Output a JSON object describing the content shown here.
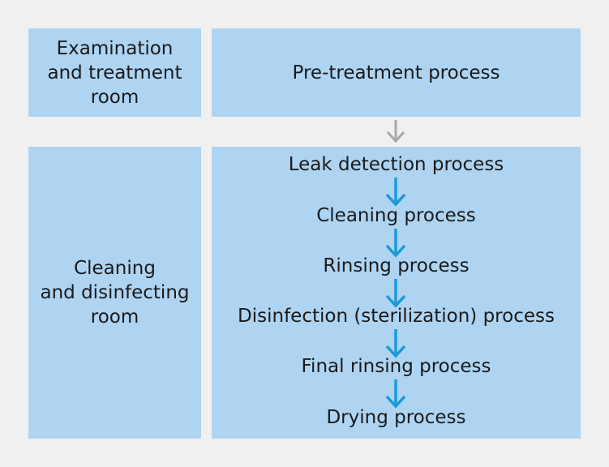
{
  "diagram": {
    "rooms": [
      {
        "label": "Examination\nand treatment\nroom"
      },
      {
        "label": "Cleaning\nand disinfecting\nroom"
      }
    ],
    "pre_treatment": {
      "label": "Pre-treatment process"
    },
    "steps": [
      {
        "label": "Leak detection process"
      },
      {
        "label": "Cleaning process"
      },
      {
        "label": "Rinsing process"
      },
      {
        "label": "Disinfection (sterilization) process"
      },
      {
        "label": "Final rinsing process"
      },
      {
        "label": "Drying process"
      }
    ],
    "colors": {
      "box_fill": "#aed4f2",
      "background": "#f0f0f0",
      "step_arrow": "#1c9ad6",
      "connector_arrow": "#a8a8a8"
    }
  }
}
